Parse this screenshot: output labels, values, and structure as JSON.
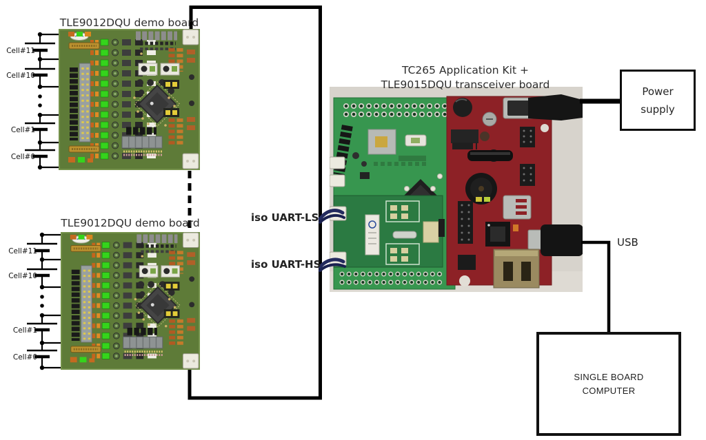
{
  "boards": {
    "demo_board_1": {
      "title": "TLE9012DQU demo board"
    },
    "demo_board_2": {
      "title": "TLE9012DQU demo board"
    },
    "cells": [
      "Cell#11",
      "Cell#10",
      "Cell#1",
      "Cell#0"
    ]
  },
  "center_assembly": {
    "title_line1": "TC265 Application Kit +",
    "title_line2": "TLE9015DQU transceiver board"
  },
  "connections": {
    "iso_uart_ls": "iso UART-LS",
    "iso_uart_hs": "iso UART-HS",
    "usb": "USB"
  },
  "power_supply_box": {
    "line1": "Power",
    "line2": "supply"
  },
  "single_board_computer_box": {
    "line1": "SINGLE BOARD",
    "line2": "COMPUTER"
  },
  "colors": {
    "wire_black": "#000000",
    "iso_wire_navy": "#232a5e",
    "demo_board_green": "#5e7b38",
    "app_board_green": "#37964f",
    "adapter_board_green": "#2b7a42",
    "red_board": "#8d2126",
    "photo_background": "#d7d3cc"
  }
}
